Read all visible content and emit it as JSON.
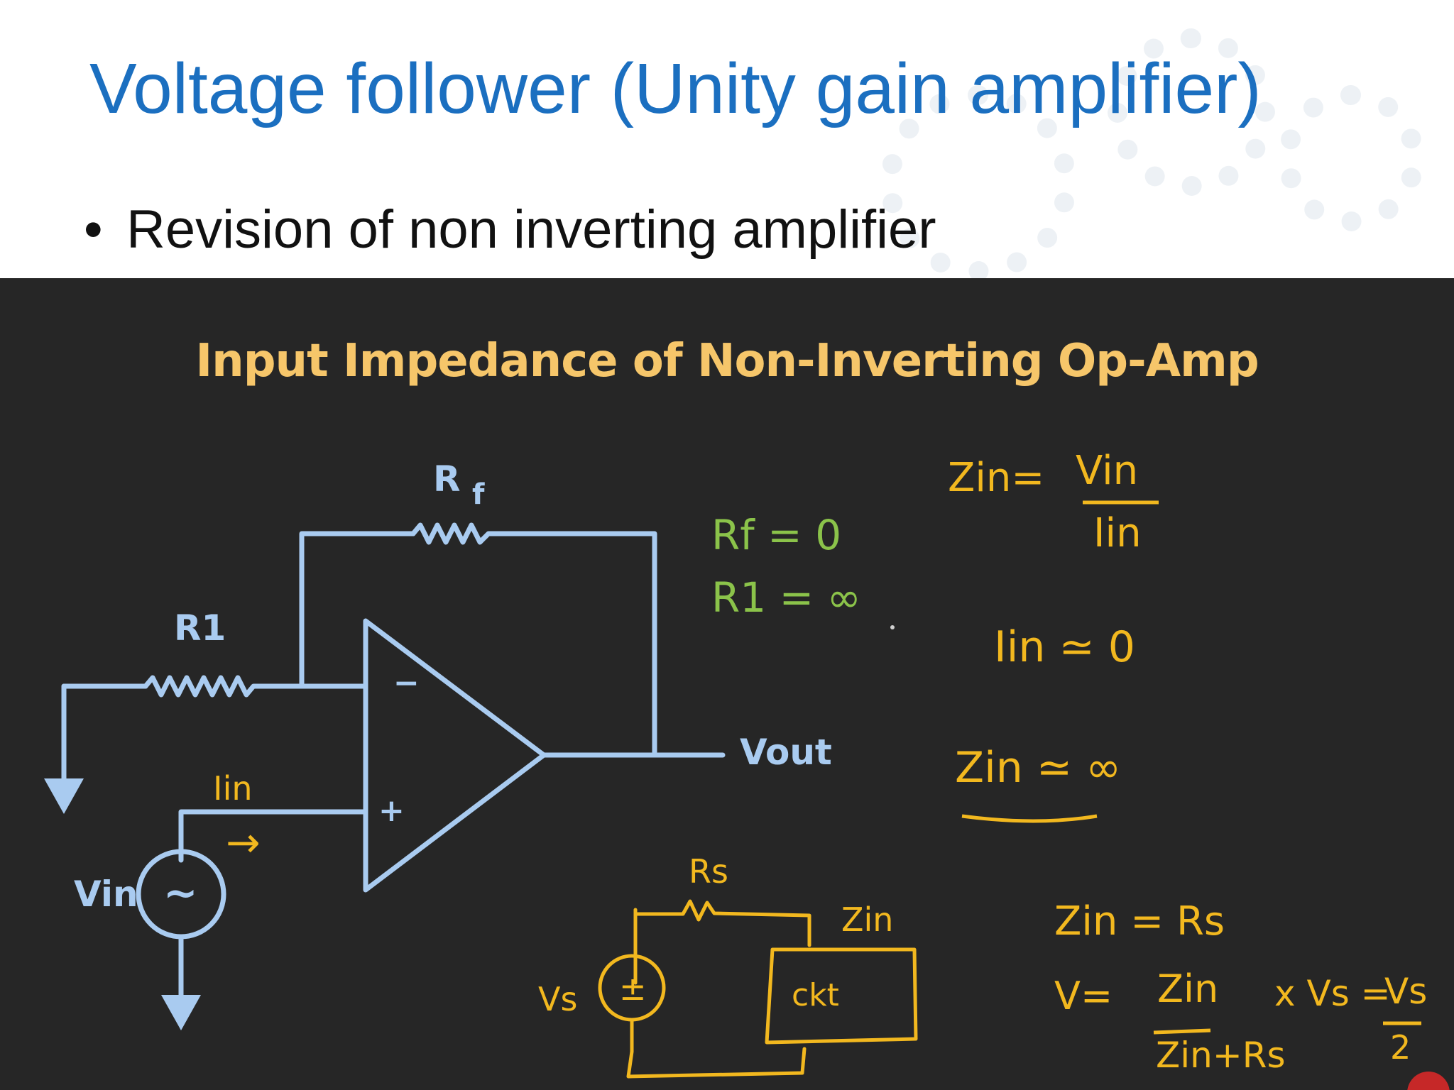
{
  "slide": {
    "title": "Voltage follower (Unity gain amplifier)",
    "bullet": "Revision of non inverting amplifier"
  },
  "video": {
    "title": "Input Impedance of Non-Inverting Op-Amp",
    "circuit_labels": {
      "rf": "R",
      "rf_sub": "f",
      "r1": "R1",
      "vout": "Vout",
      "vin": "Vin",
      "minus": "−",
      "plus": "+",
      "source_symbol": "~",
      "iin": "Iin",
      "arrow": "→"
    },
    "green_notes": [
      "Rf = 0",
      "R1 = ∞"
    ],
    "formulas": {
      "zin_lhs": "Zin=",
      "zin_num": "Vin",
      "zin_den": "Iin",
      "iin_approx": "Iin ≃ 0",
      "zin_approx": "Zin ≃ ∞",
      "zin_rs": "Zin = Rs",
      "v_lhs": "V=",
      "v_num": "Zin",
      "v_den": "Zin+Rs",
      "v_mid": "x Vs =",
      "v_rnum": "Vs",
      "v_rden": "2"
    },
    "small_circuit": {
      "rs": "Rs",
      "zin": "Zin",
      "vs": "Vs",
      "source_symbol": "±",
      "box": "ckt"
    }
  },
  "colors": {
    "title_blue": "#1b6fc0",
    "board_bg": "#262626",
    "circuit_blue": "#a9cbf0",
    "video_title": "#f6c66a",
    "ink_yellow": "#f2b81f",
    "ink_green": "#8bc34a"
  }
}
